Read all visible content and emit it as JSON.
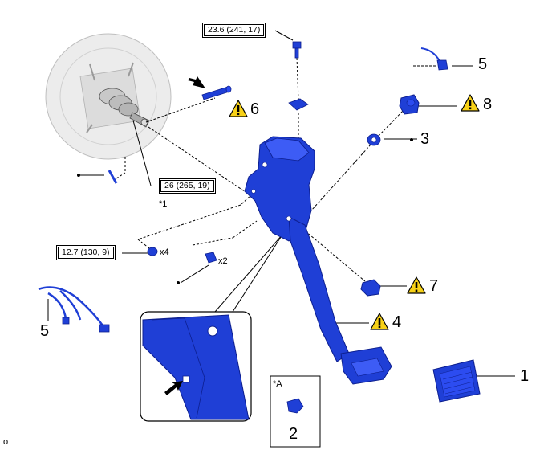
{
  "torque_specs": {
    "top": "23.6 (241, 17)",
    "center": "26 (265, 19)",
    "left": "12.7 (130, 9)"
  },
  "callouts": {
    "n1": "1",
    "n2": "2",
    "n3": "3",
    "n4": "4",
    "n5_top": "5",
    "n5_left": "5",
    "n6": "6",
    "n7": "7",
    "n8": "8"
  },
  "quantities": {
    "x4": "x4",
    "x2": "x2"
  },
  "notes": {
    "star1": "*1",
    "starA": "*A",
    "corner": "o"
  },
  "icons": {
    "caution": "caution-triangle-icon",
    "arrow": "pointer-arrow-icon"
  },
  "colors": {
    "part_blue": "#1f3fd6",
    "part_dark": "#0d1f8f",
    "caution_yellow": "#f7d117",
    "outline": "#000000",
    "booster_gray": "#e6e6e6"
  }
}
